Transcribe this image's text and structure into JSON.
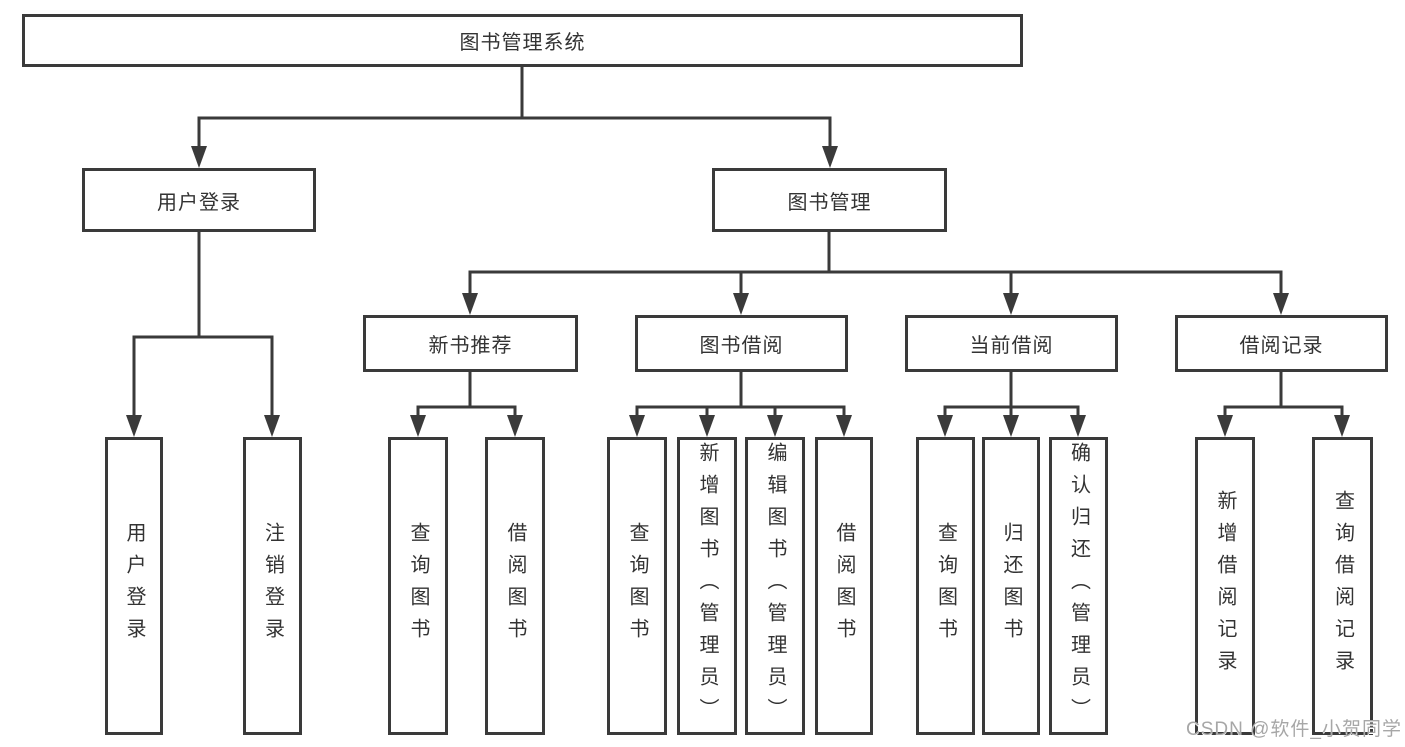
{
  "diagram": {
    "title": "图书管理系统",
    "type": "hierarchy-tree",
    "colors": {
      "line": "#3a3a3a",
      "box_border": "#3a3a3a",
      "box_fill": "#ffffff",
      "text": "#333333",
      "watermark": "#a7a7a7"
    },
    "tree": {
      "label": "图书管理系统",
      "children": [
        {
          "label": "用户登录",
          "children": [
            {
              "label": "用户登录"
            },
            {
              "label": "注销登录"
            }
          ]
        },
        {
          "label": "图书管理",
          "children": [
            {
              "label": "新书推荐",
              "children": [
                {
                  "label": "查询图书"
                },
                {
                  "label": "借阅图书"
                }
              ]
            },
            {
              "label": "图书借阅",
              "children": [
                {
                  "label": "查询图书"
                },
                {
                  "label": "新增图书（管理员）"
                },
                {
                  "label": "编辑图书（管理员）"
                },
                {
                  "label": "借阅图书"
                }
              ]
            },
            {
              "label": "当前借阅",
              "children": [
                {
                  "label": "查询图书"
                },
                {
                  "label": "归还图书"
                },
                {
                  "label": "确认归还（管理员）"
                }
              ]
            },
            {
              "label": "借阅记录",
              "children": [
                {
                  "label": "新增借阅记录"
                },
                {
                  "label": "查询借阅记录"
                }
              ]
            }
          ]
        }
      ]
    },
    "watermark": {
      "text": "CSDN @软件_小贺同学"
    }
  }
}
